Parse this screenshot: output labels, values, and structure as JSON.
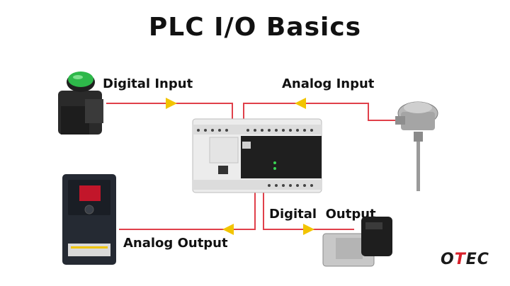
{
  "title": "PLC I/O Basics",
  "labels": {
    "digital_input": "Digital Input",
    "analog_input": "Analog Input",
    "digital_output": "Digital  Output",
    "analog_output": "Analog Output"
  },
  "logo": {
    "part1": "O",
    "part2": "T",
    "part3": "EC"
  },
  "colors": {
    "wire": "#e0404a",
    "arrow": "#f2c400"
  }
}
